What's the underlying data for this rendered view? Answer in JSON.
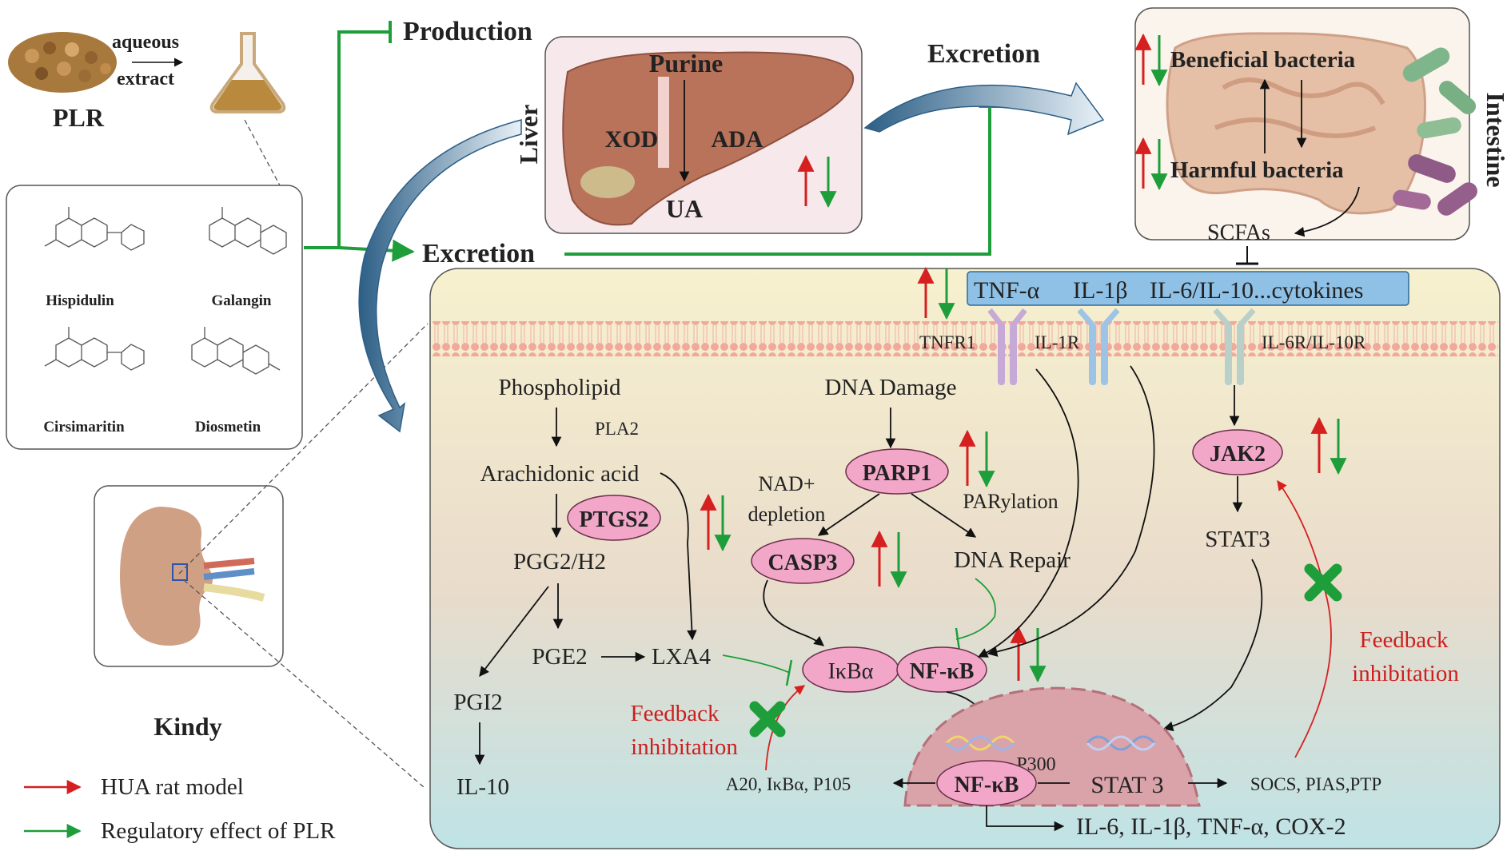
{
  "top_left": {
    "plr": "PLR",
    "aqueous": "aqueous",
    "extract": "extract"
  },
  "compounds": [
    "Hispidulin",
    "Galangin",
    "Cirsimaritin",
    "Diosmetin"
  ],
  "kidney_label": "Kindy",
  "legend": [
    {
      "label": "HUA rat model",
      "color": "#d62020"
    },
    {
      "label": "Regulatory effect of PLR",
      "color": "#1e9e3a"
    }
  ],
  "liver": {
    "side_label": "Liver",
    "purine": "Purine",
    "xod": "XOD",
    "ada": "ADA",
    "ua": "UA"
  },
  "flow": {
    "production": "Production",
    "excretion_top": "Excretion",
    "excretion_mid": "Excretion"
  },
  "intestine": {
    "side_label": "Intestine",
    "beneficial": "Beneficial bacteria",
    "harmful": "Harmful bacteria",
    "scfas": "SCFAs"
  },
  "cytokines": {
    "tnf": "TNF-α",
    "il1b": "IL-1β",
    "rest": "IL-6/IL-10...cytokines"
  },
  "receptors": {
    "tnfr1": "TNFR1",
    "il1r": "IL-1R",
    "il6r": "IL-6R/IL-10R"
  },
  "pathway_left": {
    "phospholipid": "Phospholipid",
    "pla2": "PLA2",
    "arachidonic": "Arachidonic acid",
    "ptgs2": "PTGS2",
    "pgg2": "PGG2/H2",
    "pge2": "PGE2",
    "lxa4": "LXA4",
    "pgi2": "PGI2",
    "il10": "IL-10"
  },
  "pathway_mid": {
    "dna_damage": "DNA Damage",
    "parp1": "PARP1",
    "nad": "NAD+",
    "depletion": "depletion",
    "parylation": "PARylation",
    "casp3": "CASP3",
    "dna_repair": "DNA Repair",
    "ikba": "IκBα",
    "nfkb": "NF-κB"
  },
  "pathway_right": {
    "jak2": "JAK2",
    "stat3": "STAT3"
  },
  "feedback": {
    "line1": "Feedback",
    "line2": "inhibitation"
  },
  "nucleus": {
    "a20": "A20, IκBα, P105",
    "nfkb": "NF-κB",
    "p300": "P300",
    "stat3": "STAT 3",
    "socs": "SOCS, PIAS,PTP",
    "products": "IL-6, IL-1β, TNF-α, COX-2"
  },
  "colors": {
    "up_red": "#d62020",
    "down_green": "#1e9e3a",
    "pink_node": "#f2a7c8",
    "node_border": "#6b2e4a",
    "membrane": "#f0b3a6",
    "cytokine_bar": "#8fc1e6"
  }
}
